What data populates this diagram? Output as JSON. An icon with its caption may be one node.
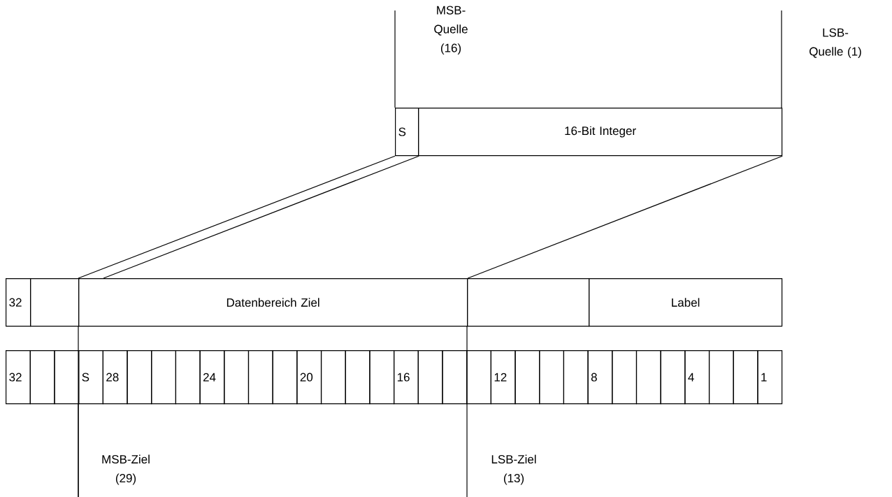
{
  "diagram": {
    "nodes": [
      {
        "text": [
          "S"
        ]
      },
      {
        "text": [
          "16-Bit Integer"
        ]
      },
      {
        "text": [
          "32"
        ]
      },
      {
        "text": [],
        "shape": "box"
      },
      {
        "text": [
          "Datenbereich Ziel"
        ]
      },
      {
        "text": [],
        "shape": "box"
      },
      {
        "text": [
          "Label"
        ]
      },
      {
        "text": [
          "32"
        ]
      },
      {
        "text": [],
        "shape": "box"
      },
      {
        "text": [],
        "shape": "box"
      },
      {
        "text": [
          "S"
        ]
      },
      {
        "text": [
          "28"
        ]
      },
      {
        "text": [],
        "shape": "box"
      },
      {
        "text": [],
        "shape": "box"
      },
      {
        "text": [],
        "shape": "box"
      },
      {
        "text": [
          "24"
        ]
      },
      {
        "text": [],
        "shape": "box"
      },
      {
        "text": [],
        "shape": "box"
      },
      {
        "text": [],
        "shape": "box"
      },
      {
        "text": [
          "20"
        ]
      },
      {
        "text": [],
        "shape": "box"
      },
      {
        "text": [],
        "shape": "box"
      },
      {
        "text": [],
        "shape": "box"
      },
      {
        "text": [
          "16"
        ]
      },
      {
        "text": [],
        "shape": "box"
      },
      {
        "text": [],
        "shape": "box"
      },
      {
        "text": [],
        "shape": "box"
      },
      {
        "text": [
          "12"
        ]
      },
      {
        "text": [],
        "shape": "box"
      },
      {
        "text": [],
        "shape": "box"
      },
      {
        "text": [],
        "shape": "box"
      },
      {
        "text": [
          "8"
        ]
      },
      {
        "text": [],
        "shape": "box"
      },
      {
        "text": [],
        "shape": "box"
      },
      {
        "text": [],
        "shape": "box"
      },
      {
        "text": [
          "4"
        ]
      },
      {
        "text": [],
        "shape": "box"
      },
      {
        "text": [],
        "shape": "box"
      },
      {
        "text": [
          "1"
        ]
      }
    ],
    "edges": [
      {
        "from": 0,
        "to": 4,
        "arrow": "none"
      },
      {
        "from": 0,
        "to": 4,
        "arrow": "none"
      },
      {
        "from": 1,
        "to": 4,
        "arrow": "none"
      }
    ],
    "labels": [
      "MSB- Quelle (16)",
      "LSB-Quelle (1)",
      "MSB-Ziel (29)",
      "LSB-Ziel (13)"
    ]
  }
}
